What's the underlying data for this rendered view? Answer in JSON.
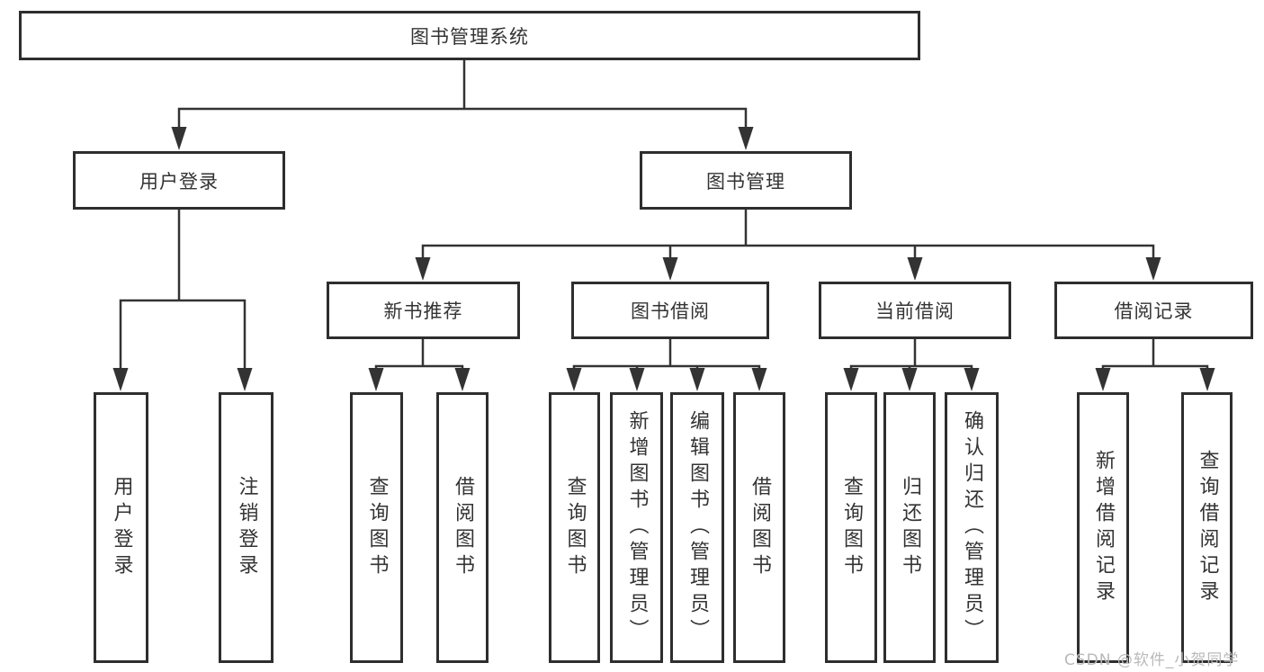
{
  "diagram": {
    "root": {
      "label": "图书管理系统"
    },
    "level2": {
      "user_login": {
        "label": "用户登录"
      },
      "book_management": {
        "label": "图书管理"
      }
    },
    "level3": {
      "new_book_recommend": {
        "label": "新书推荐"
      },
      "book_borrow": {
        "label": "图书借阅"
      },
      "current_borrow": {
        "label": "当前借阅"
      },
      "borrow_record": {
        "label": "借阅记录"
      }
    },
    "leaves": {
      "user_login_child1": {
        "label": "用户登录"
      },
      "user_login_child2": {
        "label": "注销登录"
      },
      "new_book_child1": {
        "label": "查询图书"
      },
      "new_book_child2": {
        "label": "借阅图书"
      },
      "book_borrow_child1": {
        "label": "查询图书"
      },
      "book_borrow_child2": {
        "label": "新增图书（管理员）"
      },
      "book_borrow_child3": {
        "label": "编辑图书（管理员）"
      },
      "book_borrow_child4": {
        "label": "借阅图书"
      },
      "current_borrow_child1": {
        "label": "查询图书"
      },
      "current_borrow_child2": {
        "label": "归还图书"
      },
      "current_borrow_child3": {
        "label": "确认归还（管理员）"
      },
      "borrow_record_child1": {
        "label": "新增借阅记录"
      },
      "borrow_record_child2": {
        "label": "查询借阅记录"
      }
    }
  },
  "watermark": {
    "text": "CSDN @软件_小贺同学"
  },
  "colors": {
    "line": "#333333",
    "border": "#2e2e2e",
    "text": "#333333",
    "watermark_text": "#b9b9b9",
    "background": "#ffffff"
  }
}
